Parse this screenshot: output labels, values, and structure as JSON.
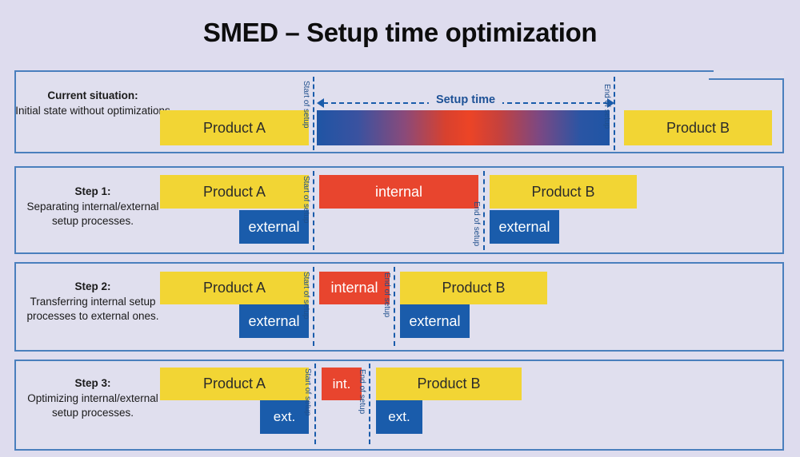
{
  "title": "SMED – Setup time optimization",
  "colors": {
    "background": "#dedcee",
    "panel": "#e0dfee",
    "panel_border": "#4a7fbd",
    "yellow": "#f2d534",
    "blue": "#1a5cab",
    "red": "#e8452e",
    "accent_text": "#1d5196"
  },
  "setup_markers": {
    "start_label": "Start of setup",
    "end_label": "End of setup"
  },
  "setup_time_arrow": {
    "label": "Setup time"
  },
  "rows": [
    {
      "caption_header": "Current situation:",
      "caption_body": "Initial state without optimizations",
      "bars": [
        {
          "label": "Product A",
          "type": "yellow"
        },
        {
          "label": "",
          "type": "gradient"
        },
        {
          "label": "Product B",
          "type": "yellow"
        }
      ]
    },
    {
      "caption_header": "Step 1:",
      "caption_body": "Separating internal/external setup processes.",
      "bars": [
        {
          "label": "Product A",
          "type": "yellow"
        },
        {
          "label": "external",
          "type": "blue"
        },
        {
          "label": "internal",
          "type": "red"
        },
        {
          "label": "Product B",
          "type": "yellow"
        },
        {
          "label": "external",
          "type": "blue"
        }
      ]
    },
    {
      "caption_header": "Step 2:",
      "caption_body": "Transferring internal setup processes to external ones.",
      "bars": [
        {
          "label": "Product A",
          "type": "yellow"
        },
        {
          "label": "external",
          "type": "blue"
        },
        {
          "label": "internal",
          "type": "red"
        },
        {
          "label": "Product B",
          "type": "yellow"
        },
        {
          "label": "external",
          "type": "blue"
        }
      ]
    },
    {
      "caption_header": "Step 3:",
      "caption_body": "Optimizing internal/external setup processes.",
      "bars": [
        {
          "label": "Product A",
          "type": "yellow"
        },
        {
          "label": "ext.",
          "type": "blue"
        },
        {
          "label": "int.",
          "type": "red"
        },
        {
          "label": "Product B",
          "type": "yellow"
        },
        {
          "label": "ext.",
          "type": "blue"
        }
      ]
    }
  ]
}
